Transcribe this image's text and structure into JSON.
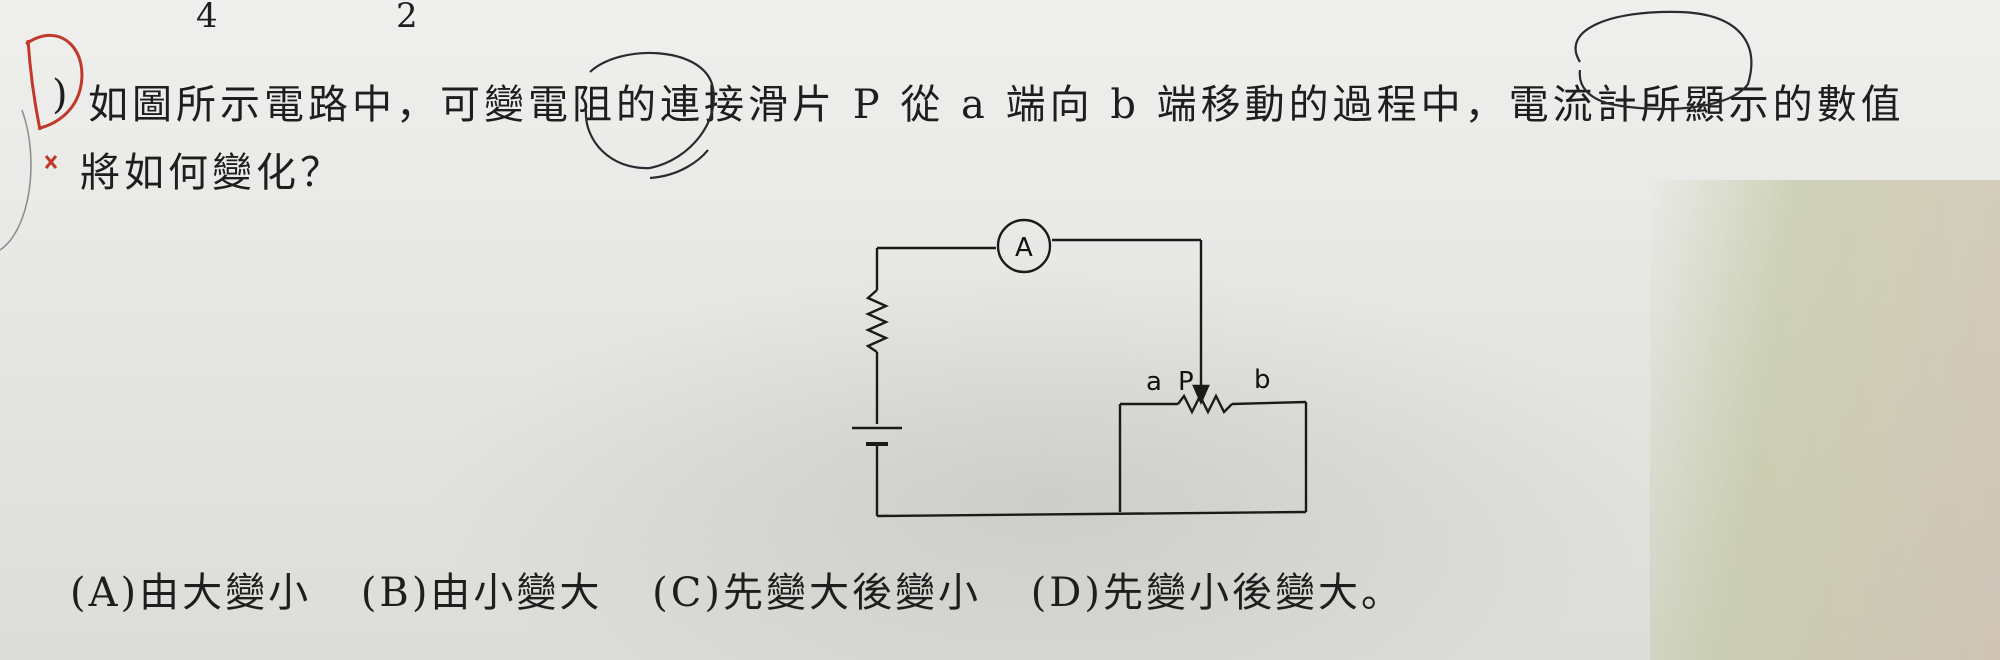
{
  "top_numbers": [
    "4",
    "2"
  ],
  "handwritten_answer": "D",
  "question": {
    "paren": ")",
    "line1": "如圖所示電路中，可變電阻的連接滑片 P 從 a 端向 b 端移動的過程中，電流計所顯示的數值",
    "line2": "將如何變化？"
  },
  "circuit": {
    "ammeter": "A",
    "terminal_a": "a",
    "slider": "P",
    "terminal_b": "b"
  },
  "options": [
    "(A)由大變小",
    "(B)由小變大",
    "(C)先變大後變小",
    "(D)先變小後變大。"
  ]
}
